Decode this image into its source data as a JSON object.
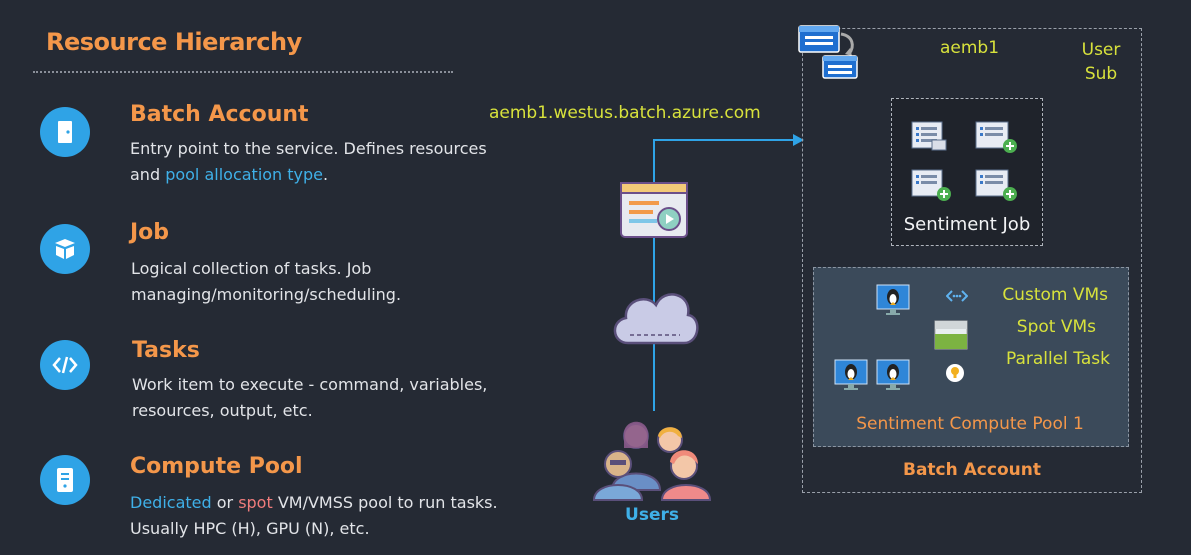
{
  "title": "Resource Hierarchy",
  "items": [
    {
      "heading": "Batch Account",
      "desc_parts": [
        "Entry point to the service. Defines resources and ",
        "pool allocation type",
        "."
      ],
      "icon": "door-icon"
    },
    {
      "heading": "Job",
      "desc": "Logical collection of tasks. Job managing/monitoring/scheduling.",
      "icon": "box-icon"
    },
    {
      "heading": "Tasks",
      "desc": "Work item to execute - command, variables, resources, output, etc.",
      "icon": "code-icon"
    },
    {
      "heading": "Compute Pool",
      "desc_parts": [
        "Dedicated",
        " or ",
        "spot",
        " VM/VMSS pool to run tasks. Usually HPC (H), GPU (N), etc."
      ],
      "icon": "server-icon"
    }
  ],
  "diagram": {
    "url": "aemb1.westus.batch.azure.com",
    "account_name": "aemb1",
    "user_sub": "User Sub",
    "job_label": "Sentiment Job",
    "pool_features": [
      "Custom VMs",
      "Spot VMs",
      "Parallel Task"
    ],
    "pool_label": "Sentiment Compute Pool 1",
    "batch_label": "Batch Account",
    "users_label": "Users"
  }
}
